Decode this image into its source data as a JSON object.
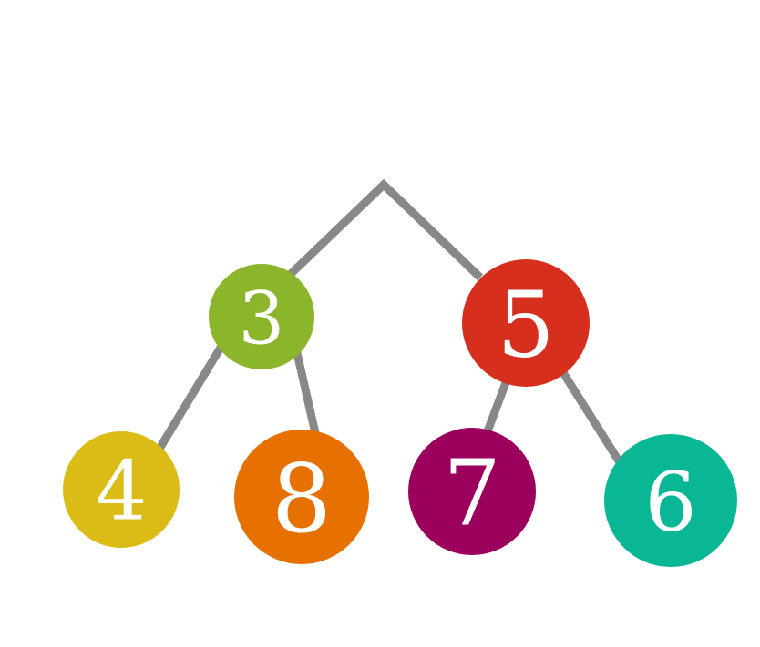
{
  "nodes": [
    {
      "id": "root-left",
      "label": "3",
      "color": "#8bb52b"
    },
    {
      "id": "root-right",
      "label": "5",
      "color": "#d72f1e"
    },
    {
      "id": "leaf-1",
      "label": "4",
      "color": "#dbbb16"
    },
    {
      "id": "leaf-2",
      "label": "8",
      "color": "#e67000"
    },
    {
      "id": "leaf-3",
      "label": "7",
      "color": "#9b005c"
    },
    {
      "id": "leaf-4",
      "label": "6",
      "color": "#0ab794"
    }
  ],
  "edge_color": "#888888"
}
